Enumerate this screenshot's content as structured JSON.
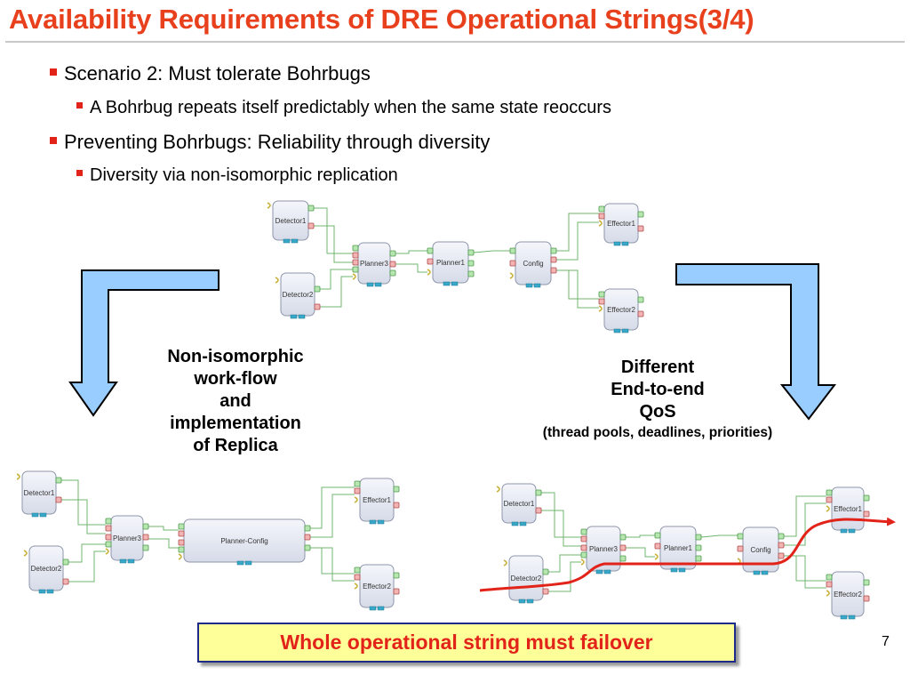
{
  "slide": {
    "title": "Availability Requirements of DRE Operational Strings(3/4)",
    "page_number": "7"
  },
  "bullets": [
    {
      "level": 1,
      "text": "Scenario 2: Must tolerate Bohrbugs"
    },
    {
      "level": 2,
      "text": "A Bohrbug repeats itself predictably when the same state reoccurs"
    },
    {
      "level": 1,
      "text": "Preventing Bohrbugs: Reliability through diversity"
    },
    {
      "level": 2,
      "text": "Diversity via non-isomorphic replication"
    }
  ],
  "left_caption": {
    "line1": "Non-isomorphic",
    "line2": "work-flow",
    "line3": "and",
    "line4": "implementation",
    "line5": "of Replica"
  },
  "right_caption": {
    "line1": "Different",
    "line2": "End-to-end",
    "line3": "QoS",
    "line4": "(thread pools, deadlines, priorities)"
  },
  "callout": {
    "text": "Whole operational string must failover"
  },
  "colors": {
    "title": "#e8401c",
    "bullet": "#e2231a",
    "arrow_fill": "#99ccff",
    "arrow_stroke": "#000000",
    "qos_path": "#e2231a",
    "callout_bg": "#ffff99",
    "callout_border": "#1c2a8a"
  },
  "diagrams": {
    "top": {
      "detector1": "Detector1",
      "detector2": "Detector2",
      "planner3": "Planner3",
      "planner1": "Planner1",
      "config": "Config",
      "effector1": "Effector1",
      "effector2": "Effector2"
    },
    "left": {
      "detector1": "Detector1",
      "detector2": "Detector2",
      "planner3": "Planner3",
      "planner_config": "Planner-Config",
      "effector1": "Effector1",
      "effector2": "Effector2"
    },
    "right": {
      "detector1": "Detector1",
      "detector2": "Detector2",
      "planner3": "Planner3",
      "planner1": "Planner1",
      "config": "Config",
      "effector1": "Effector1",
      "effector2": "Effector2"
    }
  }
}
